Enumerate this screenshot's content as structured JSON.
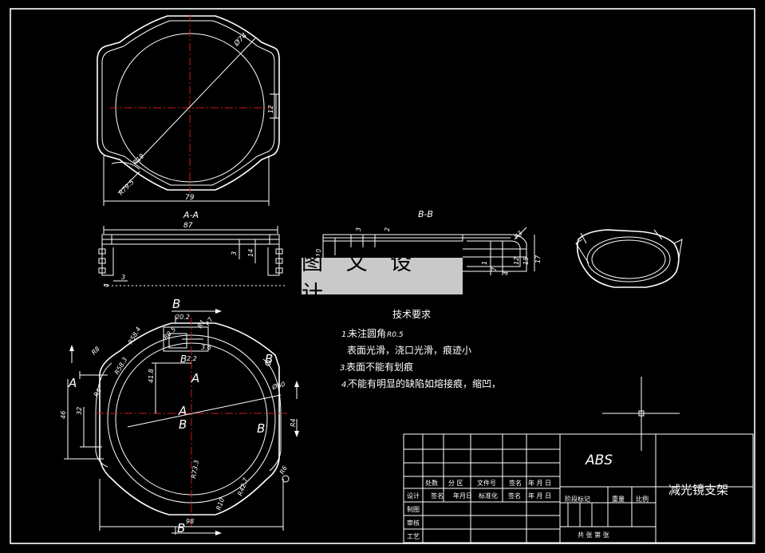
{
  "overlay_text": "图 文 设 计",
  "labels": {
    "view_aa": "A-A",
    "view_bb": "B-B",
    "b_top": "B",
    "b_bottom": "B",
    "a_left": "A",
    "a_center": "A",
    "b_center": "B",
    "b_right_top": "B",
    "b_right_bottom": "B",
    "a_mid": "A",
    "b_mid": "B"
  },
  "dimensions": {
    "top_width": "79",
    "top_diag": "Ø74",
    "top_right": "12",
    "top_r": "R79.5",
    "top_r2": "R19",
    "aa_len": "87",
    "aa_3": "3",
    "aa_14": "14",
    "aa_4": "4",
    "aa_3b": "3",
    "bb_3": "3",
    "bb_2": "2",
    "bb_r3": "R3",
    "bb_10": "10",
    "bb_17": "17",
    "bb_4": "4",
    "bb_12": "12",
    "bb_15": "15",
    "bb_7": "7",
    "bb_1": "1",
    "fv_202": "20.2",
    "fv_r7": "R7",
    "fv_r1": "R1",
    "fv_w": "R0.5",
    "fv_36": "3.6",
    "fv_22": "2.2",
    "fv_418": "41.8",
    "fv_46": "46",
    "fv_32": "32",
    "fv_r8": "R8",
    "fv_r584": "R58.4",
    "fv_r583": "R58.3",
    "fv_b1": "R1",
    "fv_o60": "Ø60",
    "fv_r4": "R4",
    "fv_r6": "R6",
    "fv_r733": "R73.3",
    "fv_r427": "R42.7",
    "fv_r10": "R10",
    "fv_98": "98"
  },
  "notes": {
    "title": "技术要求",
    "line1_num": "1.",
    "line1": "未注圆角",
    "line1_val": "R0.5",
    "line2": "表面光滑，浇口光滑，痕迹小",
    "line3_num": "3.",
    "line3": "表面不能有划痕",
    "line4_num": "4.",
    "line4": "不能有明显的缺陷如熔接痕，缩凹，"
  },
  "title_block": {
    "material": "ABS",
    "part_name": "减光镜支架",
    "h_count": "处数",
    "h_zone": "分 区",
    "h_docno": "文件号",
    "h_sign": "签名",
    "h_date": "年 月 日",
    "r_design": "设计",
    "r_sign": "签名",
    "r_date": "年月日",
    "r_std": "标准化",
    "r_sign2": "签名",
    "r_date2": "年 月 日",
    "stage": "阶段标记",
    "weight": "重量",
    "scale": "比例",
    "draw": "制图",
    "check": "审核",
    "process": "工艺",
    "sheets": "共   张 第   张"
  }
}
